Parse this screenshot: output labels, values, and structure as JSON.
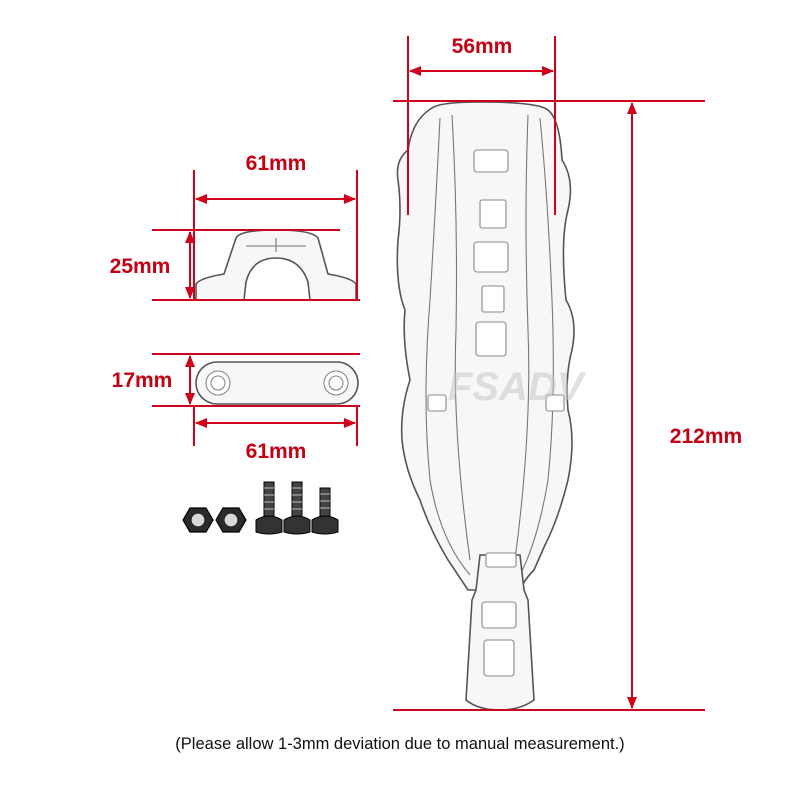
{
  "dimensions": {
    "top_width": "56mm",
    "total_height": "212mm",
    "clamp_width": "61mm",
    "clamp_height": "25mm",
    "plate_height": "17mm",
    "plate_width": "61mm"
  },
  "watermark": "FSADV",
  "note": "(Please allow 1-3mm deviation due to manual measurement.)",
  "colors": {
    "dimension": "#d0021b",
    "label": "#c40012"
  }
}
